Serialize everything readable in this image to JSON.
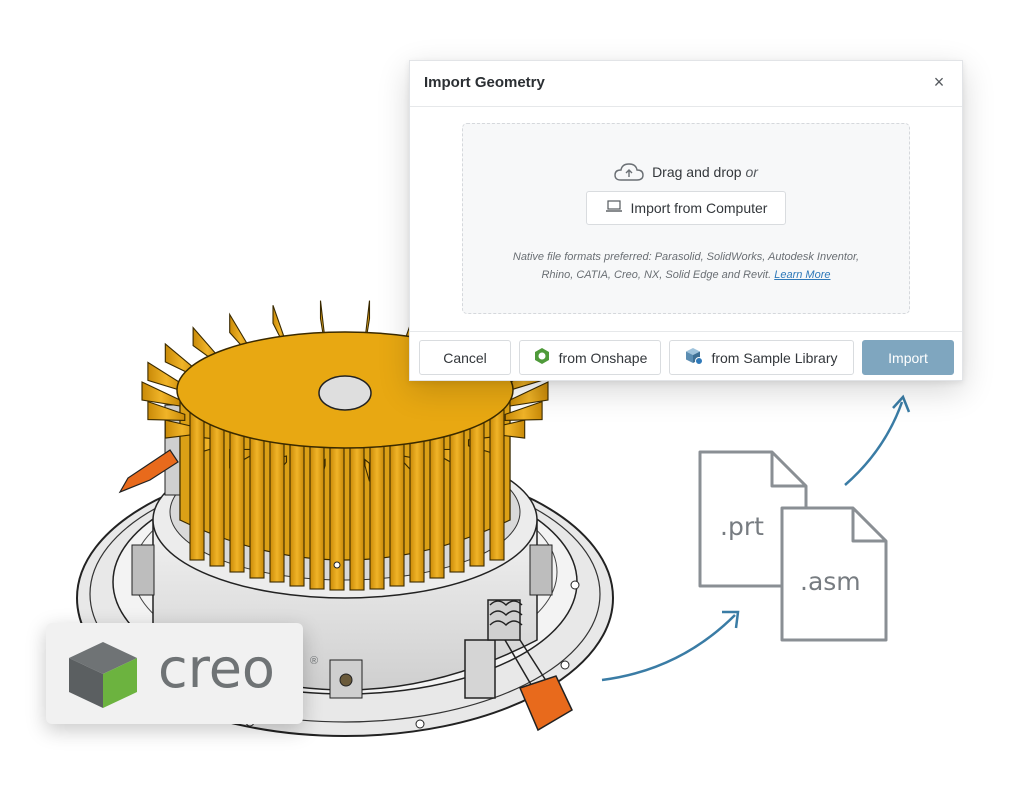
{
  "dialog": {
    "title": "Import Geometry",
    "close_label": "×",
    "dropzone": {
      "drag_text": "Drag and drop",
      "or_text": "or",
      "import_button": "Import from Computer",
      "note_line1": "Native file formats preferred: Parasolid, SolidWorks, Autodesk Inventor,",
      "note_line2": "Rhino, CATIA, Creo, NX, Solid Edge and Revit.",
      "learn_more": "Learn More"
    },
    "footer": {
      "cancel": "Cancel",
      "from_onshape": "from Onshape",
      "from_sample": "from Sample Library",
      "import": "Import"
    }
  },
  "files": [
    ".prt",
    ".asm"
  ],
  "brand": {
    "word": "creo",
    "mark": "®"
  },
  "colors": {
    "import_button": "#7fa6bf",
    "link": "#2f79b9",
    "arrow": "#3a7ca5",
    "heatsink": "#e4a516",
    "latch": "#e86a1c",
    "creo_green": "#6cb33f",
    "creo_gray": "#5b5f61"
  },
  "icons": [
    "cloud-upload-icon",
    "laptop-icon",
    "onshape-icon",
    "sample-library-icon",
    "close-icon",
    "file-icon",
    "creo-cube-icon"
  ]
}
